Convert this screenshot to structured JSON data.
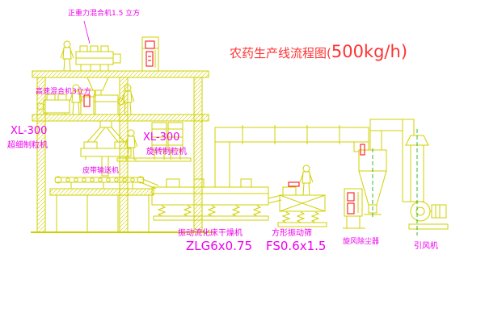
{
  "title": {
    "main": "农药生产线流程图(",
    "capacity": "500kg/h)"
  },
  "labels": {
    "top_mixer": "正重力混合机1.5 立方",
    "high_speed_mixer": "高速混合机3立方",
    "granulator_left_model": "XL-300",
    "granulator_left_name": "超细制粒机",
    "granulator_mid_model": "XL-300",
    "granulator_mid_name": "旋转制粒机",
    "belt_conveyor": "皮带输送机",
    "dryer_name": "振动流化床干燥机",
    "dryer_model": "ZLG6x0.75",
    "sieve_name": "方形振动筛",
    "sieve_model": "FS0.6x1.5",
    "cyclone": "旋风除尘器",
    "fan": "引风机"
  },
  "colors": {
    "line": "#d0d000",
    "label": "#ee00ee",
    "title": "#ff3333",
    "red": "#ff0000",
    "green": "#00aa00",
    "bg": "#ffffff"
  }
}
